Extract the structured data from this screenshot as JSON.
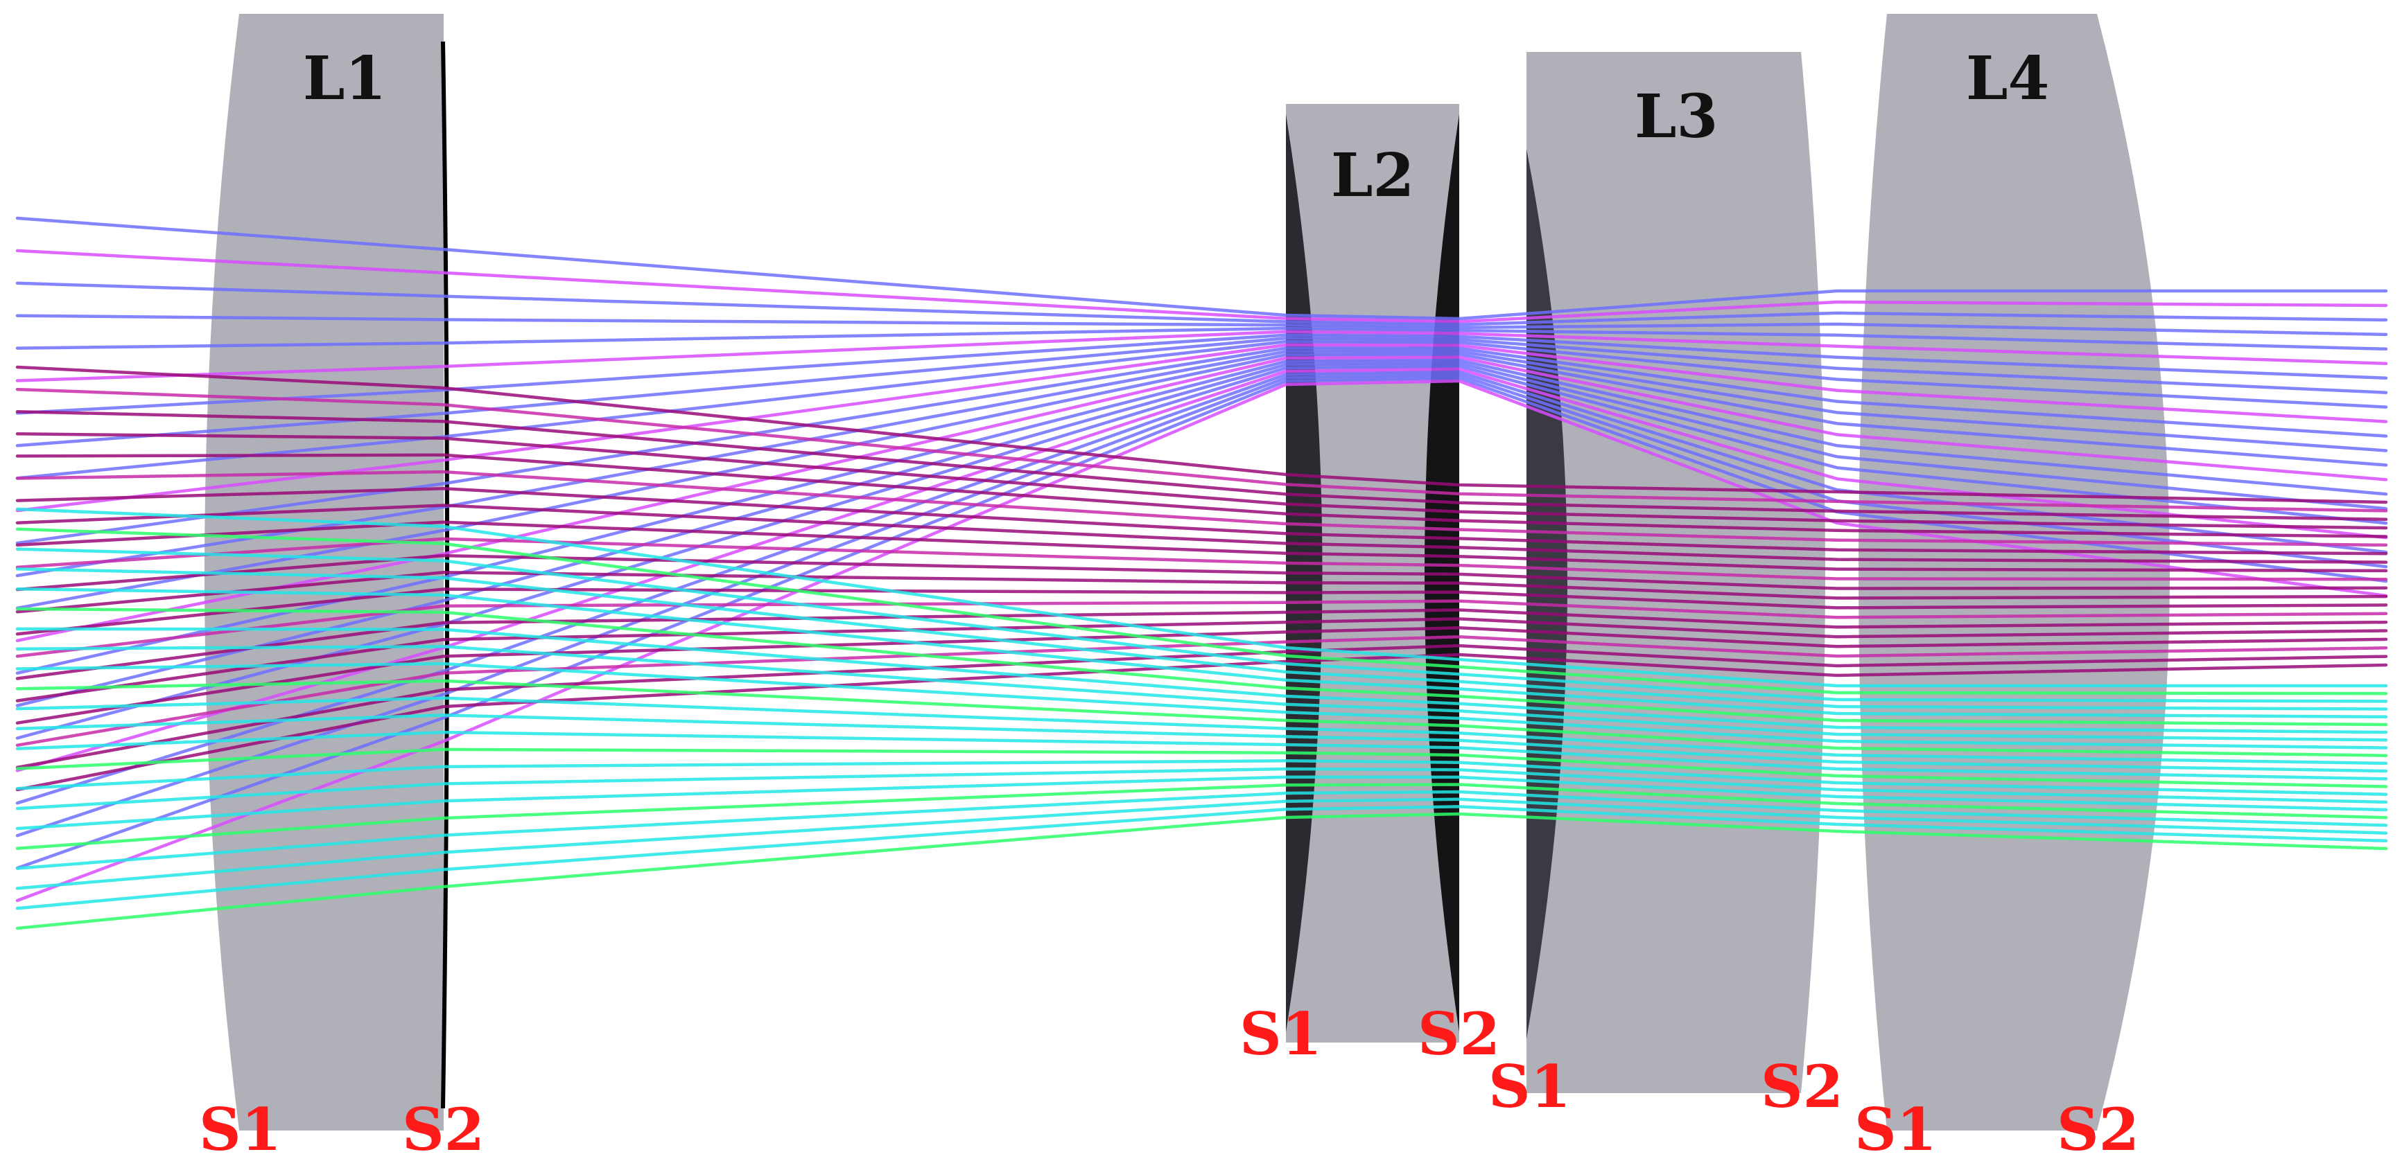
{
  "diagram": {
    "lenses": [
      {
        "id": "L1",
        "label": "L1",
        "surfaces": [
          "S1",
          "S2"
        ]
      },
      {
        "id": "L2",
        "label": "L2",
        "surfaces": [
          "S1",
          "S2"
        ]
      },
      {
        "id": "L3",
        "label": "L3",
        "surfaces": [
          "S1",
          "S2"
        ]
      },
      {
        "id": "L4",
        "label": "L4",
        "surfaces": [
          "S1",
          "S2"
        ]
      }
    ],
    "ray_bundles": [
      {
        "color": "#6f6fff",
        "accent": "#d84cff",
        "rays": 22
      },
      {
        "color": "#9a0b78",
        "accent": "#c82aa8",
        "rays": 20
      },
      {
        "color": "#22e6e6",
        "accent": "#2bff6a",
        "rays": 22
      }
    ],
    "colors": {
      "lens_fill": "#b0b0b8",
      "surface_shadow": "#2a2a30",
      "lens_label": "#111111",
      "surface_label": "#ff1a1a",
      "background": "#ffffff"
    }
  }
}
